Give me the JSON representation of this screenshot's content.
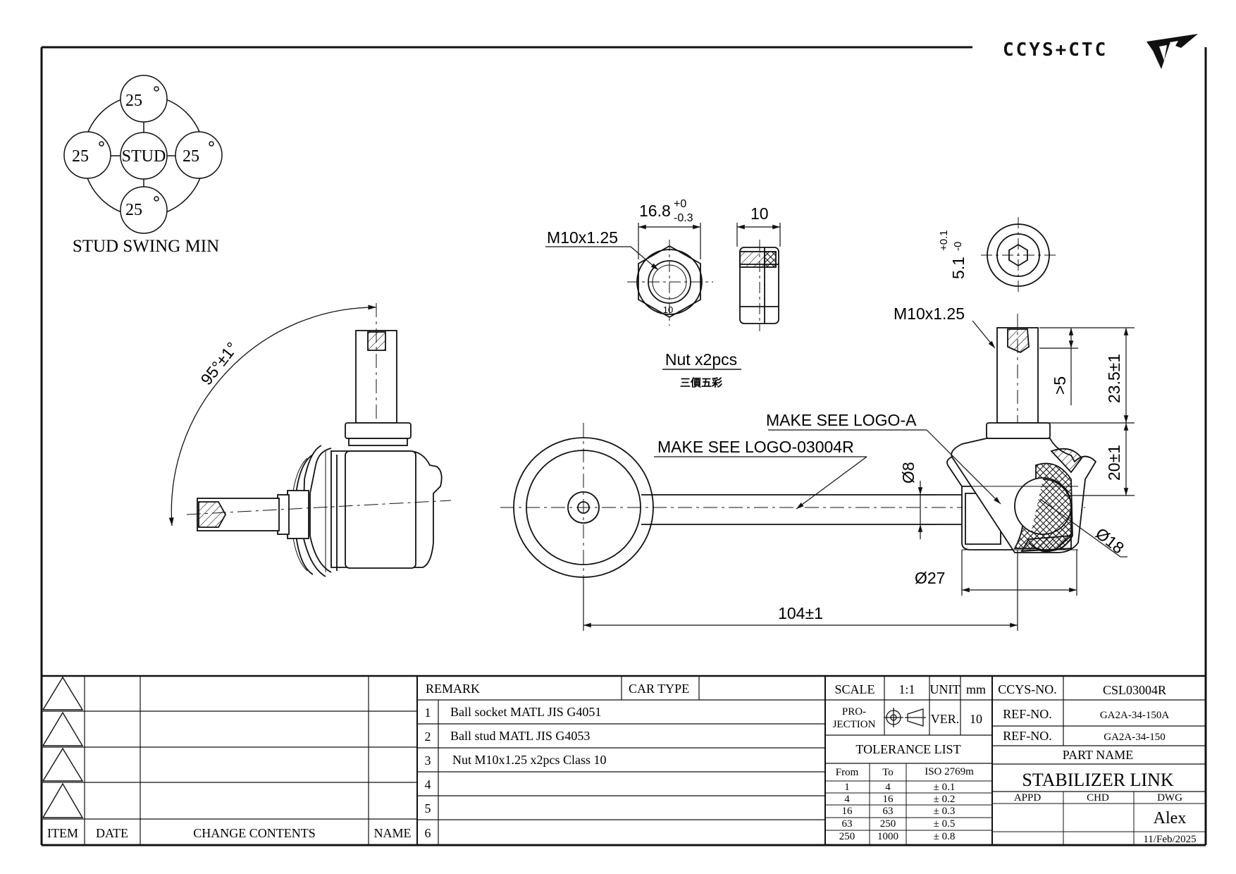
{
  "logo": {
    "text": "CCYS+CTC"
  },
  "swing": {
    "label": "STUD SWING MIN",
    "center": "STUD",
    "deg": [
      "25",
      "25",
      "25",
      "25"
    ]
  },
  "dims": {
    "angle": "95°±1°",
    "nut_width": "16.8",
    "nut_width_tol_top": "+0",
    "nut_width_tol_bot": "-0.3",
    "nut_thick": "10",
    "nut_thread": "M10x1.25",
    "nut_class": "10",
    "hex": "5.1",
    "hex_tol_top": "+0.1",
    "hex_tol_bot": "-0",
    "stud_thread": "M10x1.25",
    "gt5": ">5",
    "len_23": "23.5±1",
    "len_20": "20±1",
    "rod_dia": "Ø8",
    "ball_dia": "Ø18",
    "socket_dia": "Ø27",
    "length": "104±1"
  },
  "labels": {
    "nut_title": "Nut x2pcs",
    "nut_sub": "三價五彩",
    "logo_a": "MAKE SEE LOGO-A",
    "logo_code": "MAKE SEE LOGO-03004R"
  },
  "revision": {
    "headers": [
      "ITEM",
      "DATE",
      "CHANGE CONTENTS",
      "NAME"
    ]
  },
  "remark": {
    "header": "REMARK",
    "car_type": "CAR TYPE",
    "rows": [
      {
        "no": "1",
        "text": "Ball socket MATL JIS G4051"
      },
      {
        "no": "2",
        "text": "Ball stud MATL JIS G4053"
      },
      {
        "no": "3",
        "text": "Nut M10x1.25 x2pcs Class 10"
      },
      {
        "no": "4",
        "text": ""
      },
      {
        "no": "5",
        "text": ""
      },
      {
        "no": "6",
        "text": ""
      }
    ]
  },
  "title_block": {
    "scale_label": "SCALE",
    "scale": "1:1",
    "unit_label": "UNIT",
    "unit": "mm",
    "proj_1": "PRO-",
    "proj_2": "JECTION",
    "ver_label": "VER.",
    "ver": "10",
    "tol_title": "TOLERANCE LIST",
    "tol_from": "From",
    "tol_to": "To",
    "tol_iso": "ISO 2769m",
    "tol_rows": [
      {
        "from": "1",
        "to": "4",
        "tol": "± 0.1"
      },
      {
        "from": "4",
        "to": "16",
        "tol": "± 0.2"
      },
      {
        "from": "16",
        "to": "63",
        "tol": "± 0.3"
      },
      {
        "from": "63",
        "to": "250",
        "tol": "± 0.5"
      },
      {
        "from": "250",
        "to": "1000",
        "tol": "± 0.8"
      }
    ],
    "ccys_label": "CCYS-NO.",
    "ccys": "CSL03004R",
    "ref1_label": "REF-NO.",
    "ref1": "GA2A-34-150A",
    "ref2_label": "REF-NO.",
    "ref2": "GA2A-34-150",
    "part_name_label": "PART NAME",
    "part_name": "STABILIZER LINK",
    "appd": "APPD",
    "chd": "CHD",
    "dwg": "DWG",
    "drawer": "Alex",
    "date": "11/Feb/2025"
  }
}
